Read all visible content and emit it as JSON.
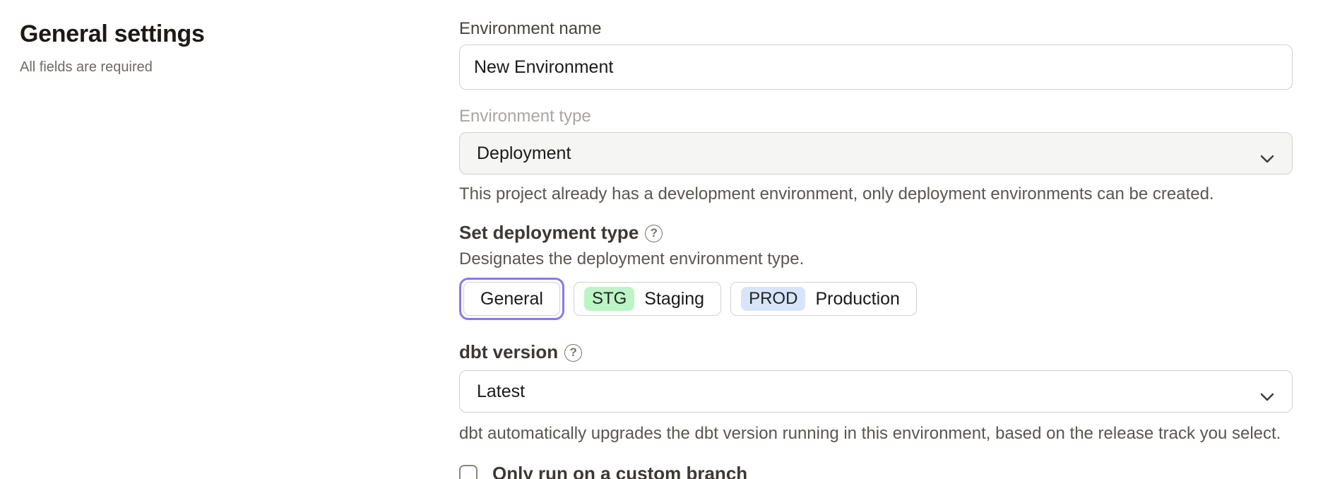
{
  "header": {
    "title": "General settings",
    "subtitle": "All fields are required"
  },
  "form": {
    "environment_name": {
      "label": "Environment name",
      "value": "New Environment"
    },
    "environment_type": {
      "label": "Environment type",
      "value": "Deployment",
      "disabled": true,
      "helper": "This project already has a development environment, only deployment environments can be created."
    },
    "deployment_type": {
      "label": "Set deployment type",
      "description": "Designates the deployment environment type.",
      "options": [
        {
          "label": "General",
          "selected": true
        },
        {
          "badge": "STG",
          "label": "Staging",
          "badge_color": "#bdf4c6",
          "selected": false
        },
        {
          "badge": "PROD",
          "label": "Production",
          "badge_color": "#d8e4fb",
          "selected": false
        }
      ]
    },
    "dbt_version": {
      "label": "dbt version",
      "value": "Latest",
      "helper": "dbt automatically upgrades the dbt version running in this environment, based on the release track you select."
    },
    "custom_branch": {
      "label": "Only run on a custom branch",
      "checked": false
    }
  },
  "icons": {
    "help_glyph": "?",
    "chevron_down": "chevron-down",
    "help": "question-mark-circle"
  },
  "colors": {
    "focus_ring_purple": "#8879e9",
    "badge_staging_green": "#bdf4c6",
    "badge_production_blue": "#d8e4fb",
    "disabled_field_bg": "#f5f5f4",
    "input_border": "#d3d1cf",
    "helper_text": "#5a5652",
    "disabled_label": "#a9a6a2"
  }
}
